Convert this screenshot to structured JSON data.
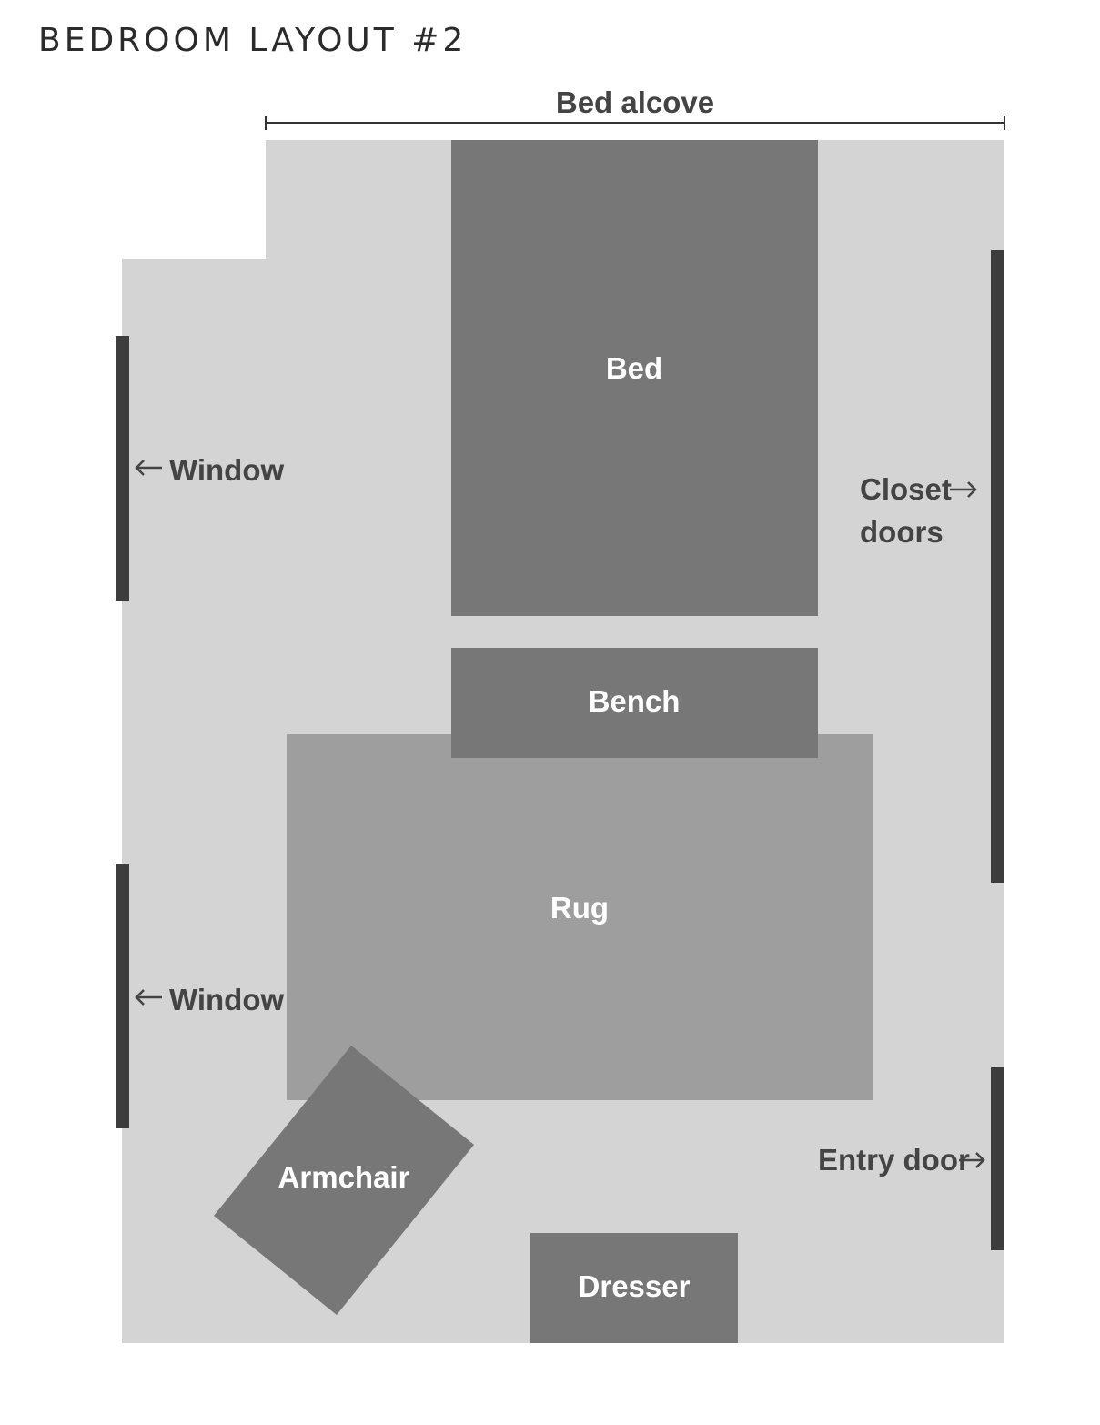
{
  "title": "BEDROOM LAYOUT #2",
  "colors": {
    "floor": "#d4d4d4",
    "furniture": "#777777",
    "rug": "#9e9e9e",
    "wall_marker": "#3d3d3d",
    "label_dark": "#444444",
    "label_light": "#ffffff"
  },
  "labels": {
    "bed_alcove": "Bed alcove",
    "bed": "Bed",
    "bench": "Bench",
    "rug": "Rug",
    "armchair": "Armchair",
    "dresser": "Dresser",
    "window_top": "Window",
    "window_bottom": "Window",
    "closet_line1": "Closet",
    "closet_line2": "doors",
    "entry_door": "Entry door"
  }
}
